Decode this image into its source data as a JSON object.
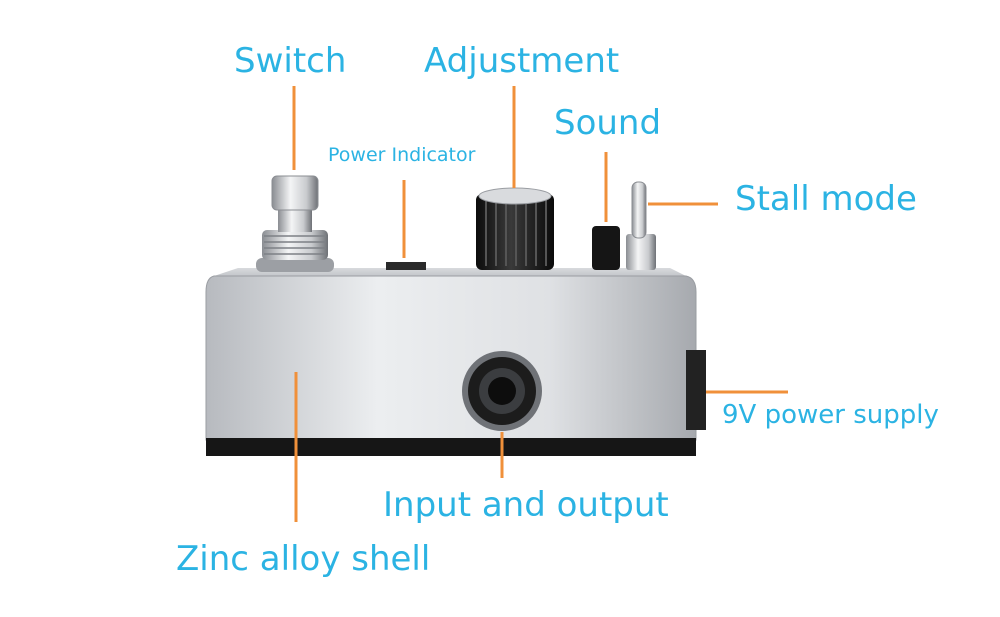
{
  "labels": {
    "switch": "Switch",
    "adjustment": "Adjustment",
    "sound": "Sound",
    "power_indicator": "Power Indicator",
    "stall_mode": "Stall mode",
    "power_supply": "9V power supply",
    "input_output": "Input and output",
    "shell": "Zinc alloy shell"
  },
  "colors": {
    "label_text": "#2bb3e3",
    "leader_line": "#f0903a",
    "shell_light": "#e9eaec",
    "shell_dark": "#a9acb1",
    "base": "#1a1a1a"
  }
}
